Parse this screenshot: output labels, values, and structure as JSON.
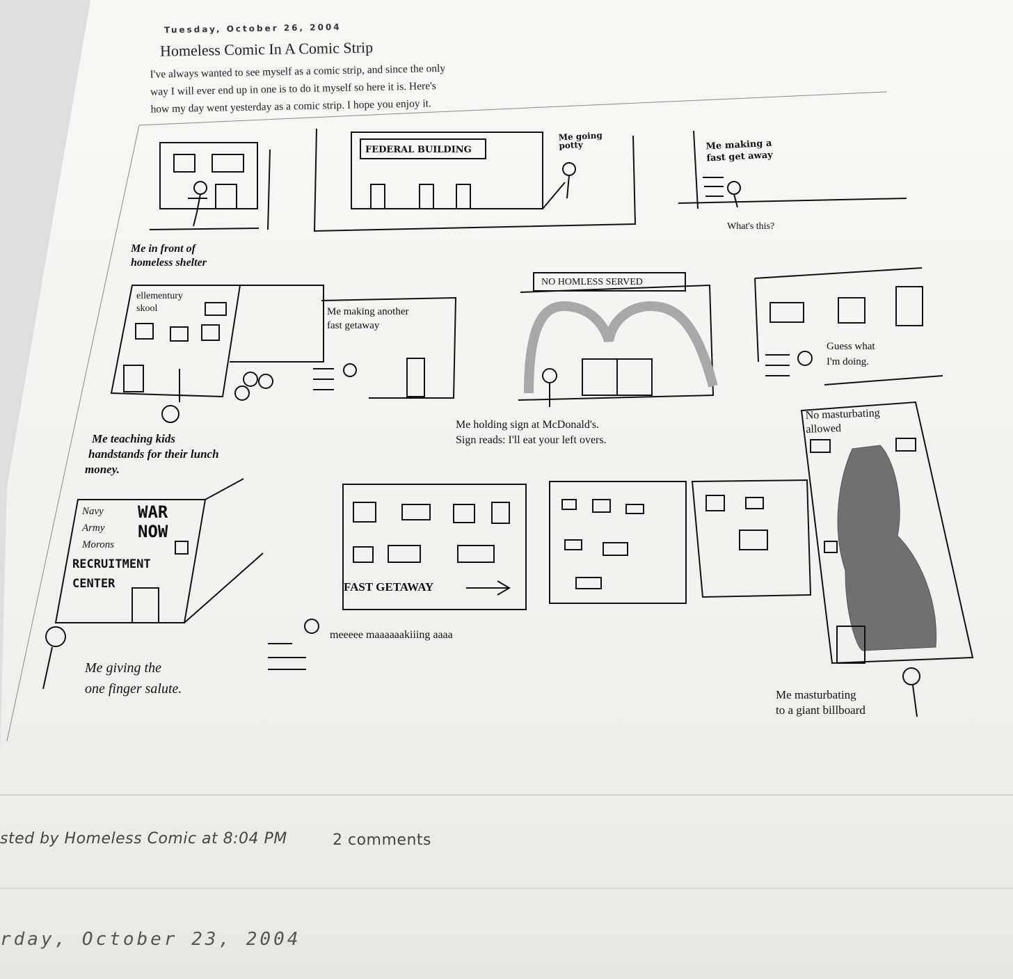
{
  "post": {
    "date": "Tuesday, October 26, 2004",
    "title": "Homeless Comic In A Comic Strip",
    "intro_lines": [
      "I've always wanted to see myself as a comic strip, and since the only",
      "way I will ever end up in one is to do it myself so here it is. Here's",
      "how my day went yesterday as a comic strip. I hope you enjoy it."
    ]
  },
  "comic": {
    "p1_caption_1": "Me in front of",
    "p1_caption_2": "homeless shelter",
    "federal_sign": "FEDERAL BUILDING",
    "potty_1": "Me going",
    "potty_2": "potty",
    "getaway_1": "Me making a",
    "getaway_2": "fast get away",
    "whats_this": "What's this?",
    "school_1": "ellementury",
    "school_2": "skool",
    "another_1": "Me making another",
    "another_2": "fast getaway",
    "no_homeless": "NO HOMLESS SERVED",
    "guess_1": "Guess what",
    "guess_2": "I'm doing.",
    "teaching_1": "Me teaching kids",
    "teaching_2": "handstands for their lunch",
    "teaching_3": "money.",
    "sign_1": "Me holding sign at McDonald's.",
    "sign_2": "Sign reads: I'll eat your left overs.",
    "no_mast_1": "No masturbating",
    "no_mast_2": "allowed",
    "recruit_navy": "Navy",
    "recruit_army": "Army",
    "recruit_morons": "Morons",
    "recruit_war": "WAR",
    "recruit_now": "NOW",
    "recruit_center_1": "RECRUITMENT",
    "recruit_center_2": "CENTER",
    "fast_getaway": "FAST GETAWAY",
    "meeee": "meeeee maaaaaakiiing aaaa",
    "salute_1": "Me giving the",
    "salute_2": "one finger salute.",
    "billboard_1": "Me masturbating",
    "billboard_2": "to a giant billboard"
  },
  "footer": {
    "posted": "sted by Homeless Comic at 8:04 PM",
    "comments": "2 comments",
    "next_date": "rday, October 23, 2004"
  }
}
